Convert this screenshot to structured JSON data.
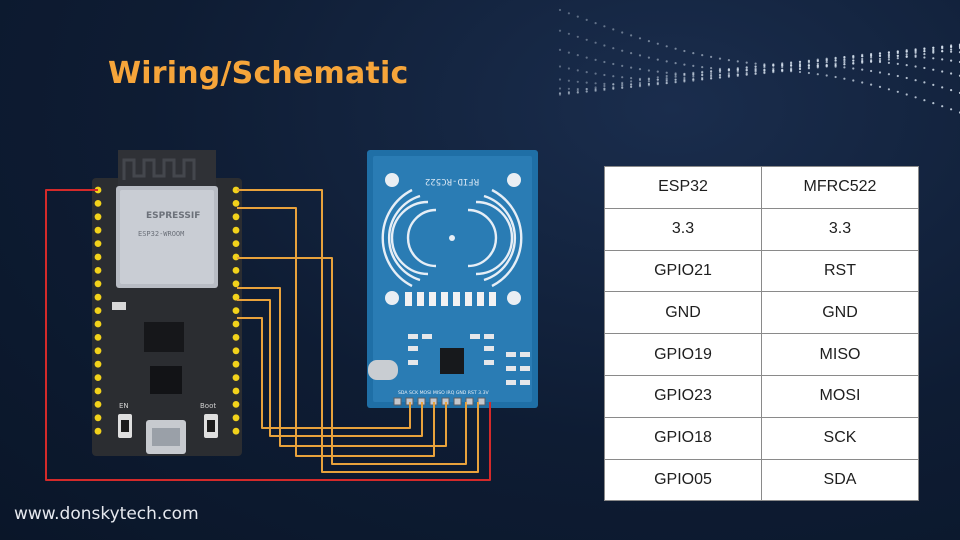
{
  "slide": {
    "title": "Wiring/Schematic",
    "footer": "www.donskytech.com"
  },
  "esp32_board": {
    "brand": "ESPRESSIF",
    "model": "ESP32-WROOM",
    "en_label": "EN",
    "boot_label": "Boot"
  },
  "rfid_module": {
    "label": "RFID-RC522",
    "pin_labels": "SDA SCK MOSI MISO IRQ GND RST 3.3V"
  },
  "wiring_table": {
    "header": [
      "ESP32",
      "MFRC522"
    ],
    "rows": [
      [
        "3.3",
        "3.3"
      ],
      [
        "GPIO21",
        "RST"
      ],
      [
        "GND",
        "GND"
      ],
      [
        "GPIO19",
        "MISO"
      ],
      [
        "GPIO23",
        "MOSI"
      ],
      [
        "GPIO18",
        "SCK"
      ],
      [
        "GPIO05",
        "SDA"
      ]
    ]
  },
  "colors": {
    "title": "#f6a53a",
    "power_wire": "#d42a2a",
    "signal_wire": "#e8a23c",
    "rfid_board": "#1f6fa6",
    "esp_board": "#2b2d31"
  }
}
